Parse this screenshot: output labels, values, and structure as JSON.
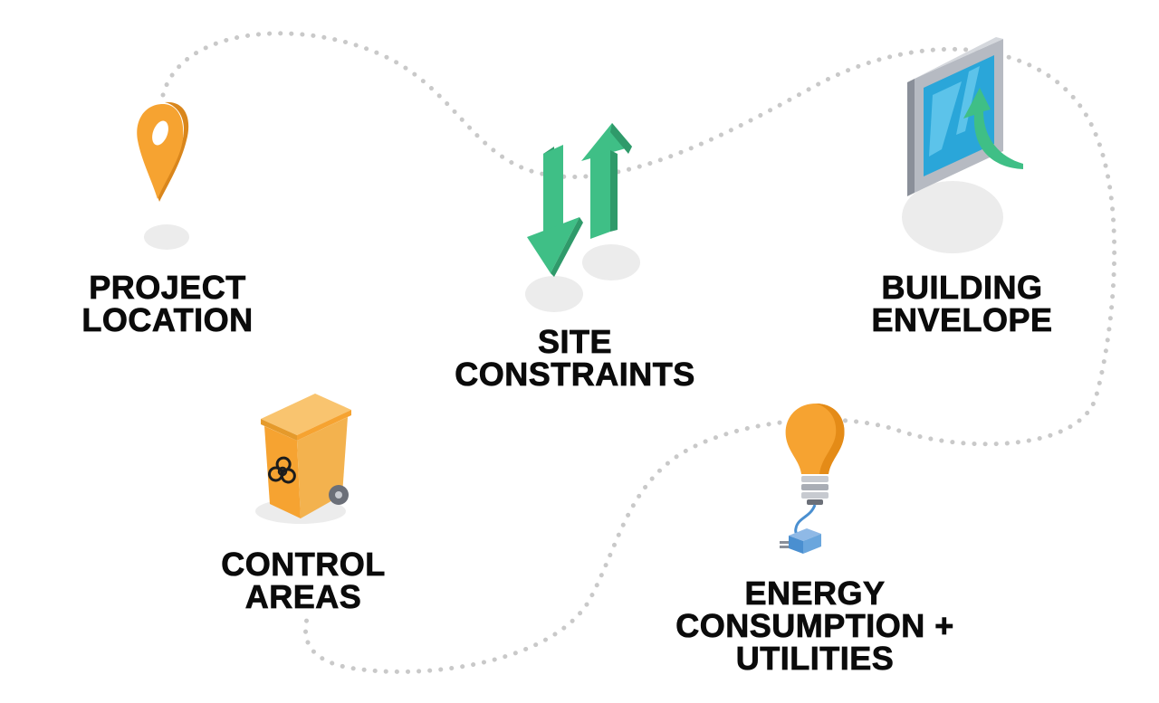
{
  "diagram": {
    "nodes": [
      {
        "id": "project-location",
        "lines": [
          "PROJECT",
          "LOCATION"
        ],
        "icon": "map-pin-icon"
      },
      {
        "id": "site-constraints",
        "lines": [
          "SITE",
          "CONSTRAINTS"
        ],
        "icon": "up-down-arrows-icon"
      },
      {
        "id": "building-envelope",
        "lines": [
          "BUILDING",
          "ENVELOPE"
        ],
        "icon": "window-icon"
      },
      {
        "id": "control-areas",
        "lines": [
          "CONTROL",
          "AREAS"
        ],
        "icon": "biohazard-bin-icon"
      },
      {
        "id": "energy-consumption",
        "lines": [
          "ENERGY",
          "CONSUMPTION +",
          "UTILITIES"
        ],
        "icon": "light-bulb-icon"
      }
    ],
    "colors": {
      "accent_orange": "#f6a331",
      "accent_green": "#3fbf86",
      "path_dots": "#c9c9c9",
      "label_text": "#0b0b0b",
      "shadow": "#ececec"
    }
  }
}
